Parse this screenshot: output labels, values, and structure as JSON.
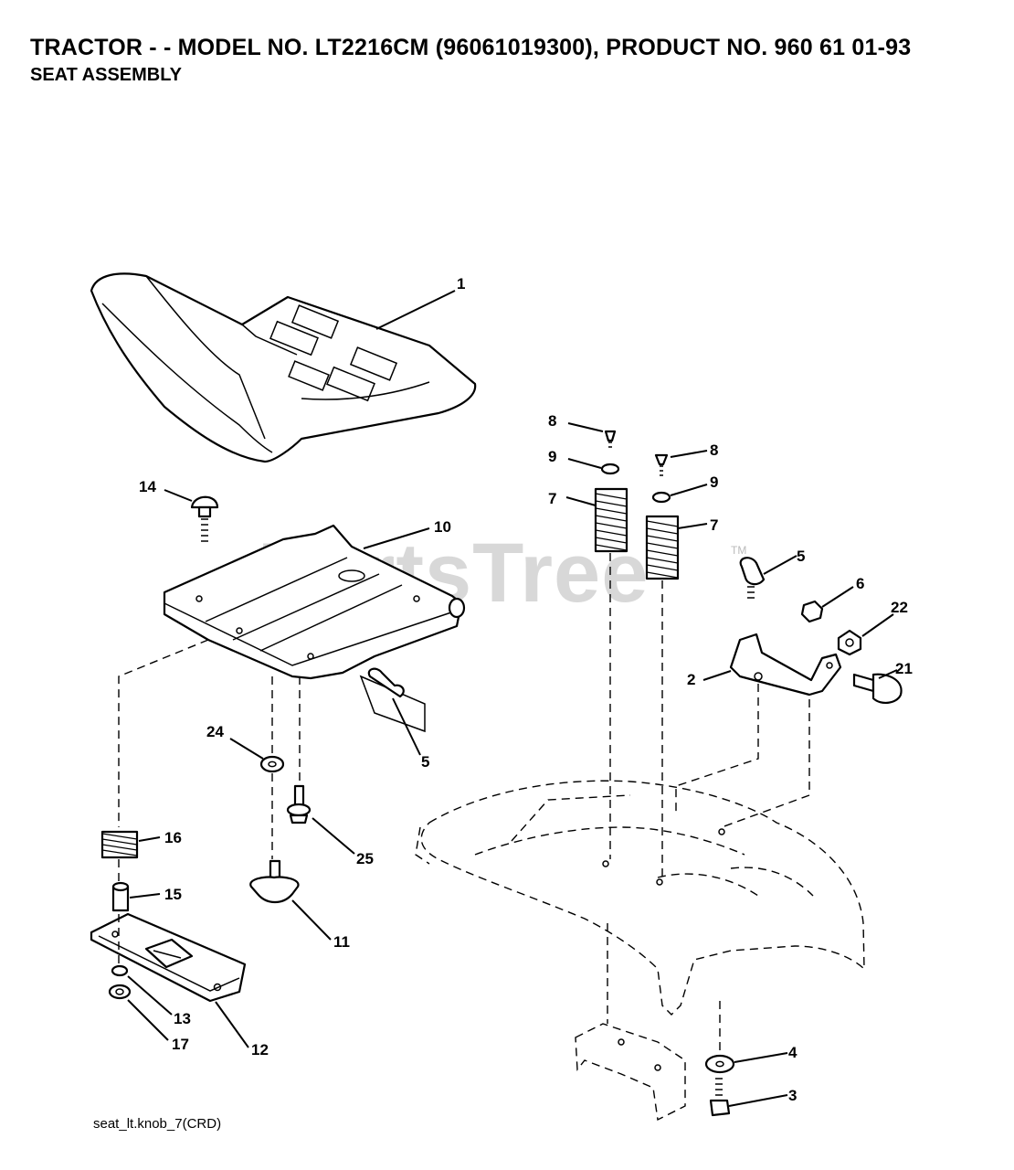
{
  "header": {
    "title": "TRACTOR - - MODEL NO. LT2216CM (96061019300), PRODUCT NO. 960 61 01-93",
    "subtitle": "SEAT ASSEMBLY"
  },
  "watermark": {
    "text": "PartsTree",
    "tm": "TM"
  },
  "footer": {
    "code": "seat_lt.knob_7(CRD)"
  },
  "callouts": {
    "c1": "1",
    "c14": "14",
    "c10": "10",
    "c5a": "5",
    "c24": "24",
    "c25": "25",
    "c16": "16",
    "c15": "15",
    "c11": "11",
    "c13": "13",
    "c17": "17",
    "c12": "12",
    "c8a": "8",
    "c9a": "9",
    "c7a": "7",
    "c8b": "8",
    "c9b": "9",
    "c7b": "7",
    "c5b": "5",
    "c6": "6",
    "c22": "22",
    "c2": "2",
    "c21": "21",
    "c4": "4",
    "c3": "3"
  }
}
